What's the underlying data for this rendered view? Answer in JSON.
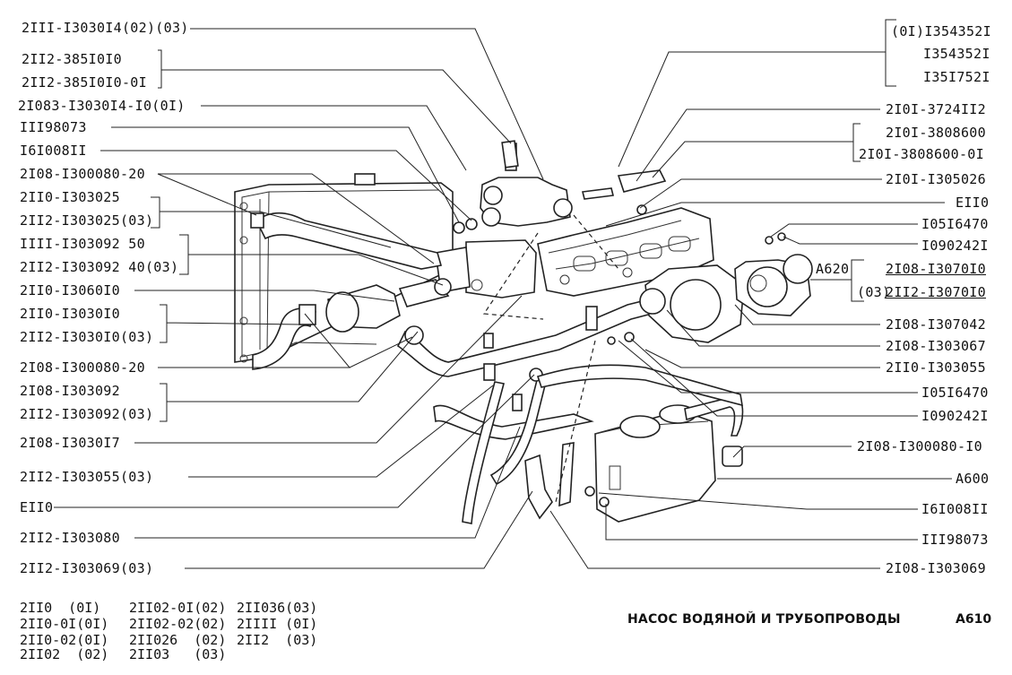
{
  "labels_left": [
    "2III-I3030I4(02)(03)",
    "2II2-385I0I0",
    "2II2-385I0I0-0I",
    "2I083-I3030I4-I0(0I)",
    "III98073",
    "I6I008II",
    "2I08-I300080-20",
    "2II0-I303025",
    "2II2-I303025(03)",
    "IIII-I303092 50",
    "2II2-I303092 40(03)",
    "2II0-I3060I0",
    "2II0-I3030I0",
    "2II2-I3030I0(03)",
    "2I08-I300080-20",
    "2I08-I303092",
    "2II2-I303092(03)",
    "2I08-I3030I7",
    "2II2-I303055(03)",
    "EII0",
    "2II2-I303080",
    "2II2-I303069(03)"
  ],
  "labels_right": [
    "(0I)I354352I",
    "I354352I",
    "I35I752I",
    "2I0I-3724II2",
    "2I0I-3808600",
    "2I0I-3808600-0I",
    "2I0I-I305026",
    "EII0",
    "I05I6470",
    "I090242I",
    "A620",
    "2I08-I3070I0",
    "(03)",
    "2II2-I3070I0",
    "2I08-I307042",
    "2I08-I303067",
    "2II0-I303055",
    "I05I6470",
    "I090242I",
    "2I08-I300080-I0",
    "A600",
    "I6I008II",
    "III98073",
    "2I08-I303069"
  ],
  "footer_models": [
    "2II0  (0I)",
    "2II0-0I(0I)",
    "2II0-02(0I)",
    "2II02  (02)",
    "2II02-0I(02)",
    "2II02-02(02)",
    "2II026  (02)",
    "2II03   (03)",
    "2II036(03)",
    "2IIII (0I)",
    "2II2  (03)"
  ],
  "title": "НАСОС ВОДЯНОЙ И ТРУБОПРОВОДЫ",
  "page_code": "A610"
}
